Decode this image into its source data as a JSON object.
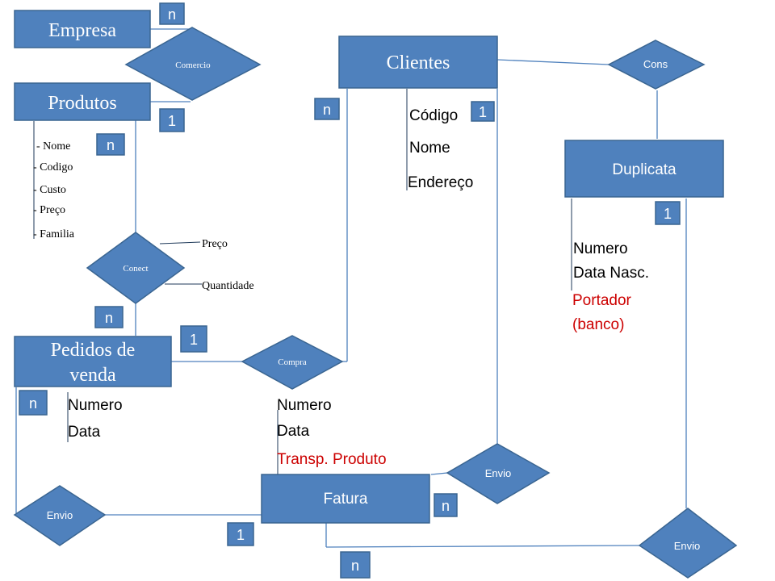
{
  "entities": {
    "empresa": "Empresa",
    "produtos": "Produtos",
    "clientes": "Clientes",
    "duplicata": "Duplicata",
    "pedidos_line1": "Pedidos de",
    "pedidos_line2": "venda",
    "fatura": "Fatura"
  },
  "relationships": {
    "comercio": "Comercio",
    "cons": "Cons",
    "conect": "Conect",
    "compra": "Compra",
    "envio_left": "Envio",
    "envio_mid": "Envio",
    "envio_right": "Envio"
  },
  "cardinalities": {
    "empresa_n": "n",
    "produtos_1": "1",
    "produtos_n": "n",
    "conect_pedidos_n": "n",
    "pedidos_1": "1",
    "clientes_n": "n",
    "codigo_1": "1",
    "duplicata_1": "1",
    "pedidos_envio_n": "n",
    "fatura_envio_1": "1",
    "fatura_n": "n",
    "bottom_n": "n"
  },
  "attributes": {
    "produtos": [
      "- Nome",
      "- Codigo",
      "- Custo",
      "- Preço",
      "- Familia"
    ],
    "conect": [
      "Preço",
      "Quantidade"
    ],
    "clientes": [
      "Código",
      "Nome",
      "Endereço"
    ],
    "duplicata": [
      "Numero",
      "Data Nasc."
    ],
    "duplicata_red_line1": "Portador",
    "duplicata_red_line2": "(banco)",
    "pedidos": [
      "Numero",
      "Data"
    ],
    "fatura": [
      "Numero",
      "Data"
    ],
    "fatura_red": "Transp. Produto"
  },
  "colors": {
    "shape_fill": "#4f81bd",
    "shape_stroke": "#3a6591",
    "highlight_text": "#cc0000"
  }
}
